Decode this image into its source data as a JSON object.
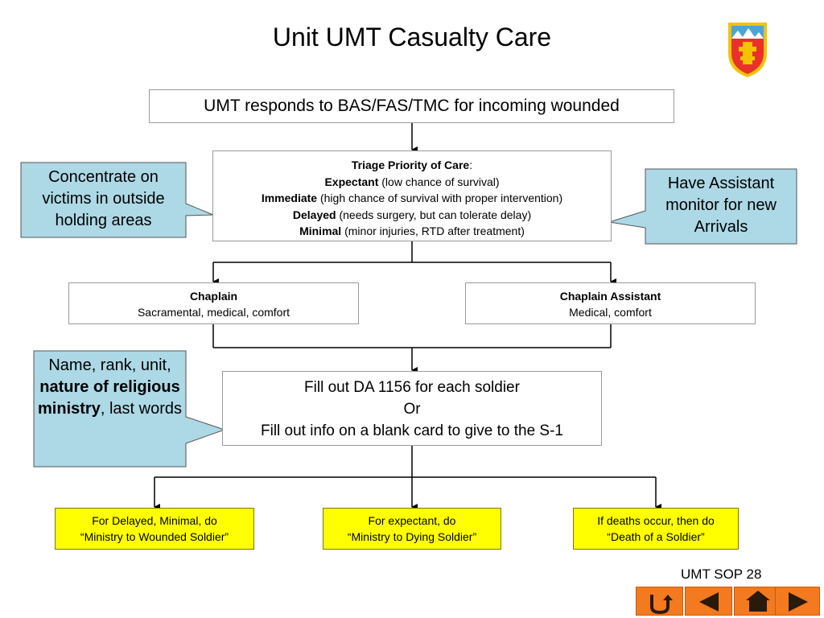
{
  "slide": {
    "title": "Unit UMT Casualty Care",
    "footer": "UMT SOP 28"
  },
  "flow": {
    "top_box": "UMT responds to BAS/FAS/TMC for incoming wounded",
    "triage": {
      "heading": "Triage Priority of Care",
      "heading_suffix": ":",
      "items": [
        {
          "term": "Expectant",
          "desc": " (low chance of survival)"
        },
        {
          "term": "Immediate",
          "desc": " (high chance of survival with proper intervention)"
        },
        {
          "term": "Delayed",
          "desc": " (needs surgery, but can tolerate delay)"
        },
        {
          "term": "Minimal",
          "desc": " (minor injuries, RTD after treatment)"
        }
      ]
    },
    "chaplain": {
      "title": "Chaplain",
      "desc": "Sacramental, medical, comfort"
    },
    "assistant": {
      "title": "Chaplain Assistant",
      "desc": "Medical, comfort"
    },
    "form_box": {
      "line1": "Fill out DA 1156 for each soldier",
      "line2": "Or",
      "line3": "Fill out info on a blank card to give to the S-1"
    },
    "outcomes": [
      {
        "line1": "For Delayed, Minimal, do",
        "line2": "“Ministry to Wounded Soldier”"
      },
      {
        "line1": "For expectant, do",
        "line2": "“Ministry to Dying Soldier”"
      },
      {
        "line1": "If deaths occur, then do",
        "line2": "“Death of a Soldier”"
      }
    ]
  },
  "callouts": {
    "left_top": "Concentrate on victims in outside holding areas",
    "right_top": "Have Assistant monitor for new Arrivals",
    "left_bottom": {
      "part1": "Name, rank, unit, ",
      "bold": "nature of religious ministry",
      "part2": ", last words"
    }
  },
  "nav": {
    "buttons": [
      {
        "icon": "return-icon"
      },
      {
        "icon": "home-icon"
      },
      {
        "icon": "previous-arrow-icon"
      },
      {
        "icon": "next-arrow-icon"
      }
    ]
  },
  "colors": {
    "callout_fill": "#add8e6",
    "outcome_fill": "#ffff00",
    "nav_button": "#f47a1f",
    "insignia_shield": "#e8312b",
    "insignia_border": "#f2c400"
  }
}
